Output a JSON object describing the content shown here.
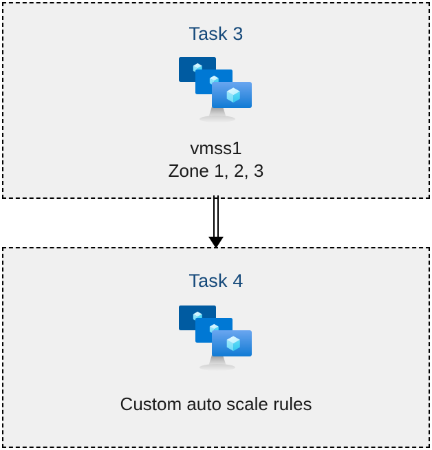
{
  "diagram": {
    "background_color": "#ffffff",
    "box_fill_color": "#f0f0f0",
    "box_border_color": "#000000",
    "title_color": "#15497a",
    "label_color": "#1a1a1a",
    "connector": {
      "icon": "double-line-down-arrow",
      "color": "#000000",
      "from": "Task 3",
      "to": "Task 4"
    },
    "boxes": [
      {
        "id": "task3",
        "title": "Task 3",
        "icon": "vm-scale-set-icon",
        "labels": [
          "vmss1",
          "Zone 1, 2, 3"
        ]
      },
      {
        "id": "task4",
        "title": "Task 4",
        "icon": "vm-scale-set-icon",
        "labels": [
          "Custom auto scale rules"
        ]
      }
    ]
  },
  "icon_colors": {
    "monitor_back": "#005ba1",
    "monitor_middle": "#0078d4",
    "monitor_front_top": "#5ea0ef",
    "monitor_front_bottom": "#0f7ad4",
    "cube_light": "#c3f1ff",
    "cube_mid": "#9cebff",
    "cube_dark": "#50e6ff",
    "stand_light": "#d6d6d6",
    "stand_dark": "#8a8a8a"
  }
}
